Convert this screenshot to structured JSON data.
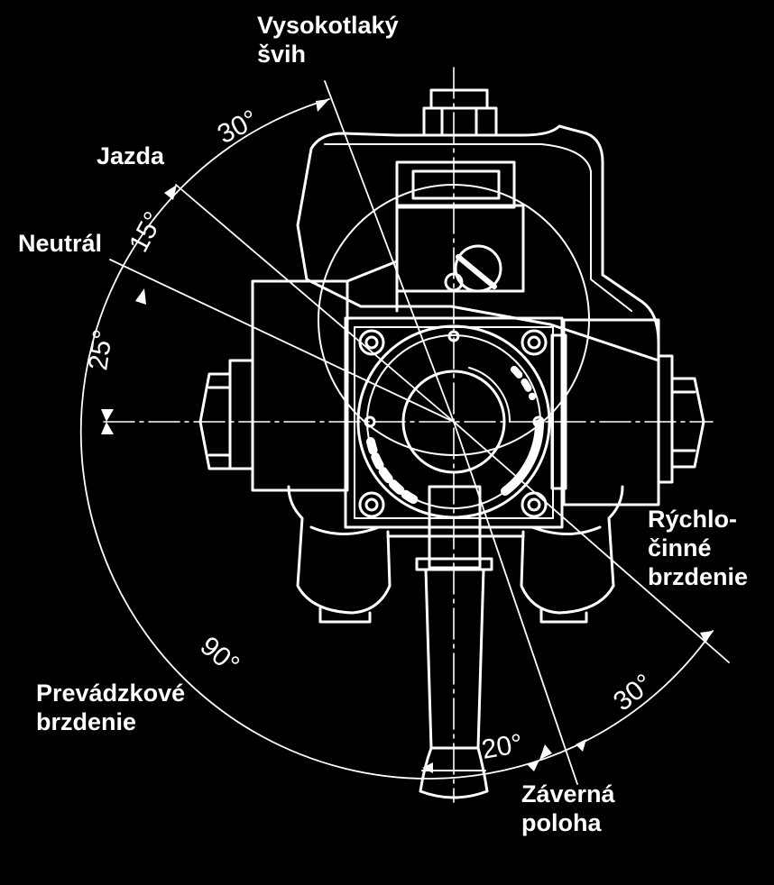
{
  "diagram": {
    "labels": {
      "high_pressure_line1": "Vysokotlaký",
      "high_pressure_line2": "švih",
      "drive": "Jazda",
      "neutral": "Neutrál",
      "rapid_line1": "Rýchlo-",
      "rapid_line2": "činné",
      "rapid_line3": "brzdenie",
      "service_line1": "Prevádzkové",
      "service_line2": "brzdenie",
      "lockout_line1": "Záverná",
      "lockout_line2": "poloha"
    },
    "angles": {
      "a30_top": "30°",
      "a15": "15°",
      "a25": "25°",
      "a90": "90°",
      "a30_right": "30°",
      "a20": "20°"
    },
    "colors": {
      "background": "#000000",
      "line": "#ffffff"
    }
  }
}
